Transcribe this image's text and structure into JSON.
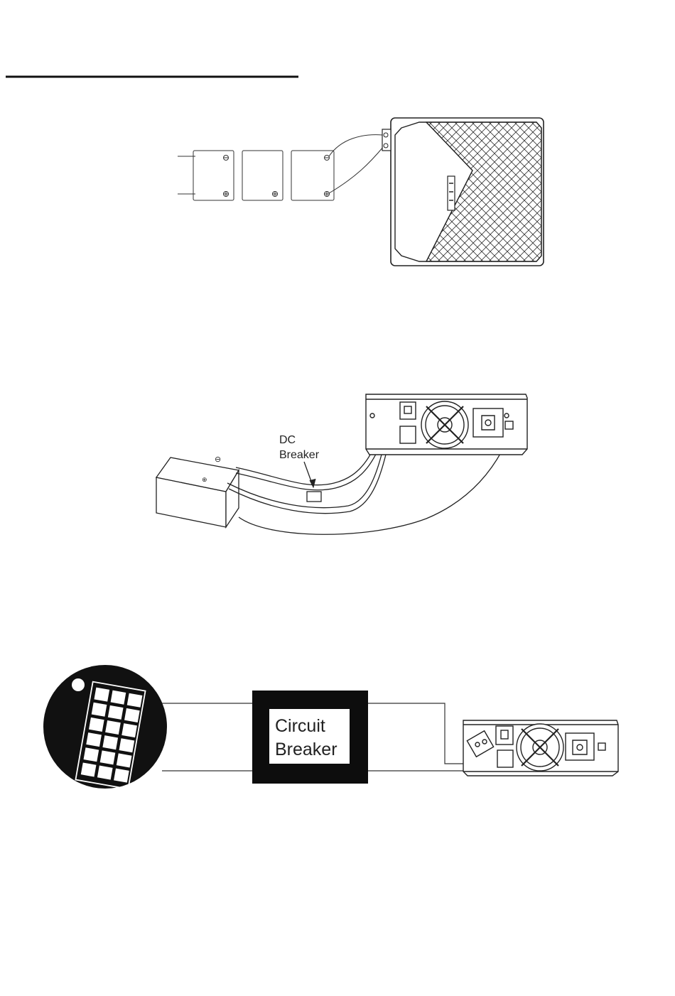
{
  "figure1": {
    "battery_count": 3
  },
  "figure2": {
    "dc_breaker_label_line1": "DC",
    "dc_breaker_label_line2": "Breaker",
    "neg_symbol": "⊖",
    "pos_symbol": "⊕"
  },
  "figure3": {
    "circuit_breaker_line1": "Circuit",
    "circuit_breaker_line2": "Breaker"
  },
  "colors": {
    "ink": "#1a1a1a",
    "paper": "#ffffff"
  }
}
